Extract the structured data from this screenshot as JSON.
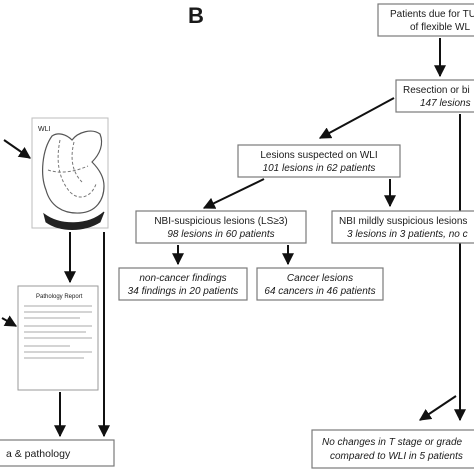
{
  "panel_label": "B",
  "left_illustration": {
    "scope_label": "WLI",
    "report_title": "Pathology Report",
    "bottom_text": "a & pathology"
  },
  "flow": {
    "top_box": {
      "line1": "Patients due for TU",
      "line2": "of flexible WL"
    },
    "resection_box": {
      "line1": "Resection or bi",
      "line2": "147 lesions"
    },
    "suspected_box": {
      "line1": "Lesions suspected on WLI",
      "line2": "101 lesions in 62 patients"
    },
    "nbi_suspicious_box": {
      "line1": "NBI-suspicious lesions (LS≥3)",
      "line2": "98 lesions in 60 patients"
    },
    "nbi_mild_box": {
      "line1": "NBI mildly suspicious lesions",
      "line2": "3 lesions in 3 patients, no c"
    },
    "noncancer_box": {
      "line1": "non-cancer findings",
      "line2": "34 findings in 20 patients"
    },
    "cancer_box": {
      "line1": "Cancer lesions",
      "line2": "64 cancers in 46 patients"
    },
    "bottom_box": {
      "line1": "No changes in T stage or grade",
      "line2": "compared to WLI in 5 patients"
    }
  }
}
